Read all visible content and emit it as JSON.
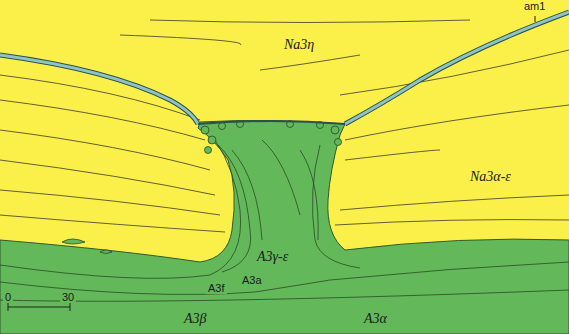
{
  "diagram": {
    "labels": [
      "am1",
      "Na3η",
      "Na3α-ε",
      "A3γ-ε",
      "A3f",
      "A3a",
      "A3β",
      "A3α",
      "0",
      "30"
    ]
  }
}
